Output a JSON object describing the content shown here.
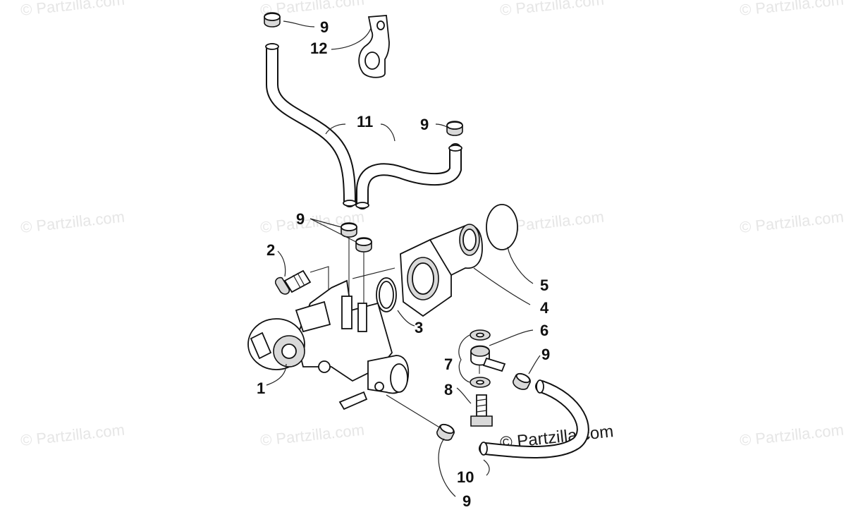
{
  "watermark": {
    "text": "© Partzilla.com",
    "prominent_text": "© Partzilla.com"
  },
  "callouts": {
    "c1": "1",
    "c2": "2",
    "c3": "3",
    "c4": "4",
    "c5": "5",
    "c6": "6",
    "c7": "7",
    "c8": "8",
    "c9_top": "9",
    "c9_mid": "9",
    "c9_left": "9",
    "c9_right": "9",
    "c9_bottom": "9",
    "c10": "10",
    "c11": "11",
    "c12": "12"
  },
  "icons": {
    "pump": "oil-pump-assembly",
    "clamp": "hose-clamp",
    "hose": "hose",
    "bracket": "hose-bracket",
    "oring": "o-ring",
    "flange": "pump-flange",
    "bolt": "bolt",
    "washer": "washer",
    "banjo": "banjo-fitting"
  },
  "colors": {
    "line": "#111111",
    "fill": "#ffffff",
    "watermark": "#e6e6e6"
  }
}
